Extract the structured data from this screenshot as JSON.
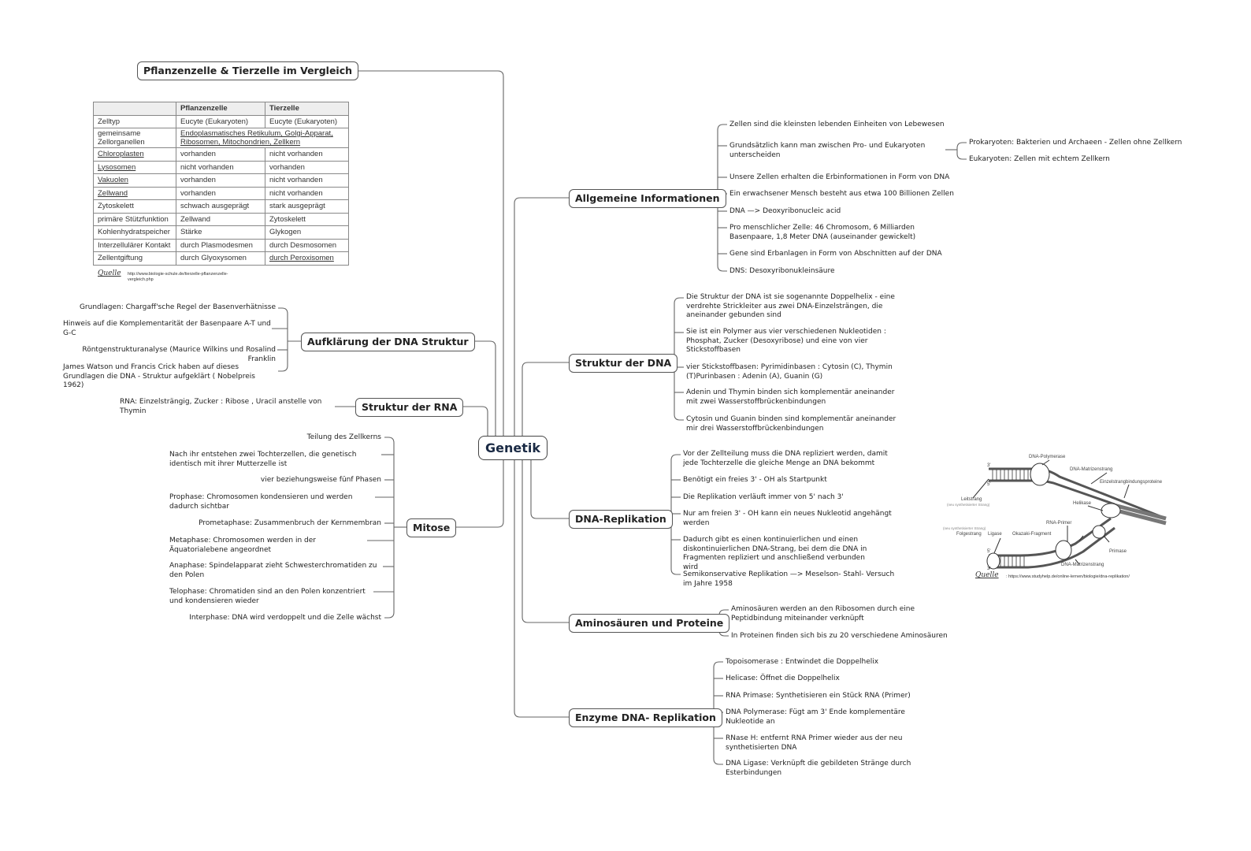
{
  "central": {
    "title": "Genetik"
  },
  "vergleich": {
    "title": "Pflanzenzelle & Tierzelle im Vergleich",
    "headers": [
      "",
      "Pflanzenzelle",
      "Tierzelle"
    ],
    "rows": [
      [
        "Zelltyp",
        "Eucyte (Eukaryoten)",
        "Eucyte (Eukaryoten)"
      ],
      [
        "gemeinsame Zellorganellen",
        "Endoplasmatisches Retikulum, Golgi-Apparat, Ribosomen, Mitochondrien, Zellkern",
        ""
      ],
      [
        "Chloroplasten",
        "vorhanden",
        "nicht vorhanden"
      ],
      [
        "Lysosomen",
        "nicht vorhanden",
        "vorhanden"
      ],
      [
        "Vakuolen",
        "vorhanden",
        "nicht vorhanden"
      ],
      [
        "Zellwand",
        "vorhanden",
        "nicht vorhanden"
      ],
      [
        "Zytoskelett",
        "schwach ausgeprägt",
        "stark ausgeprägt"
      ],
      [
        "primäre Stützfunktion",
        "Zellwand",
        "Zytoskelett"
      ],
      [
        "Kohlenhydratspeicher",
        "Stärke",
        "Glykogen"
      ],
      [
        "Interzellulärer Kontakt",
        "durch Plasmodesmen",
        "durch Desmosomen"
      ],
      [
        "Zellentgiftung",
        "durch Glyoxysomen",
        "durch Peroxisomen"
      ]
    ],
    "source_label": "Quelle",
    "source_url": "http://www.biologie-schule.de/tierzelle-pflanzenzelle-vergleich.php"
  },
  "dna_aufklaerung": {
    "title": "Aufklärung der DNA Struktur",
    "items": [
      "Grundlagen: Chargaff'sche Regel der Basenverhätnisse",
      "Hinweis auf die Komplementarität der Basenpaare A-T und G-C",
      "Röntgenstrukturanalyse (Maurice Wilkins und Rosalind Franklin",
      "James Watson und Francis Crick haben auf dieses Grundlagen die DNA - Struktur aufgeklärt ( Nobelpreis 1962)"
    ]
  },
  "rna": {
    "title": "Struktur der RNA",
    "items": [
      "RNA: Einzelsträngig, Zucker : Ribose , Uracil anstelle von Thymin"
    ]
  },
  "mitose": {
    "title": "Mitose",
    "items": [
      "Teilung des Zellkerns",
      "Nach ihr entstehen zwei Tochterzellen, die genetisch identisch mit ihrer Mutterzelle ist",
      "vier beziehungsweise fünf Phasen",
      "Prophase: Chromosomen kondensieren und werden dadurch sichtbar",
      "Prometaphase: Zusammenbruch der Kernmembran",
      "Metaphase: Chromosomen werden in der Äquatorialebene angeordnet",
      "Anaphase: Spindelapparat zieht Schwesterchromatiden zu den Polen",
      "Telophase: Chromatiden sind an den Polen konzentriert und kondensieren wieder",
      "Interphase: DNA wird verdoppelt und die Zelle wächst"
    ]
  },
  "allgemein": {
    "title": "Allgemeine Informationen",
    "items": [
      "Zellen sind die kleinsten lebenden Einheiten von Lebewesen",
      "Grundsätzlich kann man zwischen Pro- und Eukaryoten unterscheiden",
      "Unsere Zellen erhalten die Erbinformationen in Form von DNA",
      "Ein erwachsener Mensch besteht aus etwa 100 Billionen Zellen",
      "DNA —> Deoxyribonucleic acid",
      "Pro menschlicher Zelle: 46 Chromosom, 6 Milliarden Basenpaare, 1,8 Meter DNA (auseinander gewickelt)",
      "Gene sind Erbanlagen in Form von Abschnitten auf der DNA",
      "DNS: Desoxyribonukleinsäure"
    ],
    "sub": [
      "Prokaryoten: Bakterien und Archaeen - Zellen ohne Zellkern",
      "Eukaryoten: Zellen mit echtem Zellkern"
    ]
  },
  "struktur_dna": {
    "title": "Struktur der DNA",
    "items": [
      "Die Struktur der DNA ist sie sogenannte Doppelhelix - eine verdrehte Strickleiter aus zwei DNA-Einzelsträngen, die aneinander gebunden sind",
      "Sie ist ein Polymer aus vier verschiedenen Nukleotiden : Phosphat, Zucker (Desoxyribose) und eine von vier Stickstoffbasen",
      "vier Stickstoffbasen: Pyrimidinbasen : Cytosin (C), Thymin (T)Purinbasen : Adenin (A), Guanin (G)",
      "Adenin und Thymin binden sich komplementär aneinander mit zwei Wasserstoffbrückenbindungen",
      "Cytosin und Guanin binden sind komplementär aneinander mir drei Wasserstoffbrückenbindungen"
    ]
  },
  "replikation": {
    "title": "DNA-Replikation",
    "items": [
      "Vor der Zellteilung muss die DNA repliziert werden, damit jede Tochterzelle die gleiche Menge an DNA bekommt",
      "Benötigt ein freies 3' - OH als Startpunkt",
      "Die Replikation verläuft immer von 5' nach 3'",
      "Nur am freien 3' - OH kann ein neues Nukleotid angehängt werden",
      "Dadurch gibt es einen kontinuierlichen und einen diskontinuierlichen DNA-Strang, bei dem die DNA in Fragmenten repliziert und anschließend verbunden wird",
      "Semikonservative Replikation —> Meselson- Stahl- Versuch im Jahre 1958"
    ],
    "diagram_labels": [
      "DNA-Polymerase",
      "DNA-Matrizenstrang",
      "Einzelstrangbindungsproteine",
      "Helikase",
      "Leitstrang",
      "(neu synthetisierter Strang)",
      "RNA-Primer",
      "(neu synthetisierter Strang)",
      "Folgestrang",
      "Ligase",
      "Okazaki-Fragment",
      "Primase",
      "DNA-Matrizenstrang",
      "3'",
      "5'",
      "5'",
      "3'"
    ],
    "source_label": "Quelle",
    "source_url": ": https://www.studyhelp.de/online-lernen/biologie/dna-replikation/"
  },
  "aminosaeuren": {
    "title": "Aminosäuren und Proteine",
    "items": [
      "Aminosäuren werden an den Ribosomen durch eine Peptidbindung miteinander verknüpft",
      "In Proteinen finden sich bis zu 20 verschiedene Aminosäuren"
    ]
  },
  "enzyme": {
    "title": "Enzyme DNA- Replikation",
    "items": [
      "Topoisomerase : Entwindet die Doppelhelix",
      "Helicase: Öffnet die Doppelhelix",
      "RNA Primase: Synthetisieren ein Stück RNA (Primer)",
      "DNA Polymerase: Fügt am 3' Ende komplementäre Nukleotide an",
      "RNase H: entfernt RNA Primer wieder aus der neu synthetisierten DNA",
      "DNA Ligase: Verknüpft die gebildeten Stränge durch Esterbindungen"
    ]
  }
}
